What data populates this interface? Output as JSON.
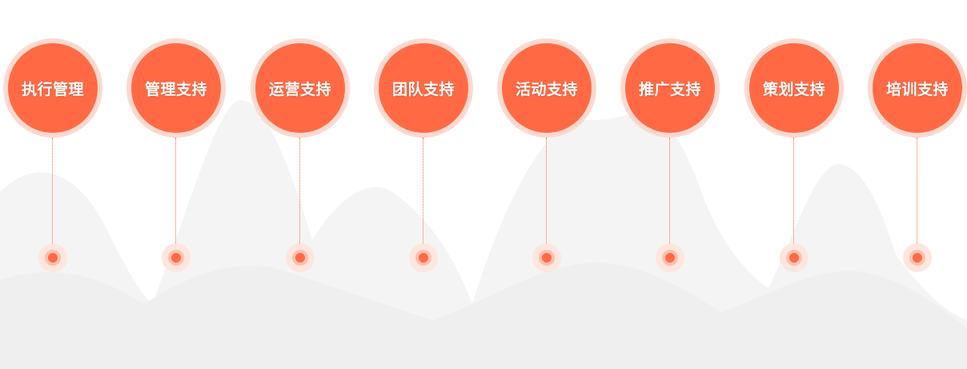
{
  "colors": {
    "accent": "#ff6a45",
    "ring": "#fcd9cf",
    "halo_outer": "#fde6de",
    "halo_mid": "#fbc1b0",
    "mountains": "#f2f2f2"
  },
  "steps": [
    {
      "label": "执行管理"
    },
    {
      "label": "管理支持"
    },
    {
      "label": "运营支持"
    },
    {
      "label": "团队支持"
    },
    {
      "label": "活动支持"
    },
    {
      "label": "推广支持"
    },
    {
      "label": "策划支持"
    },
    {
      "label": "培训支持"
    }
  ]
}
